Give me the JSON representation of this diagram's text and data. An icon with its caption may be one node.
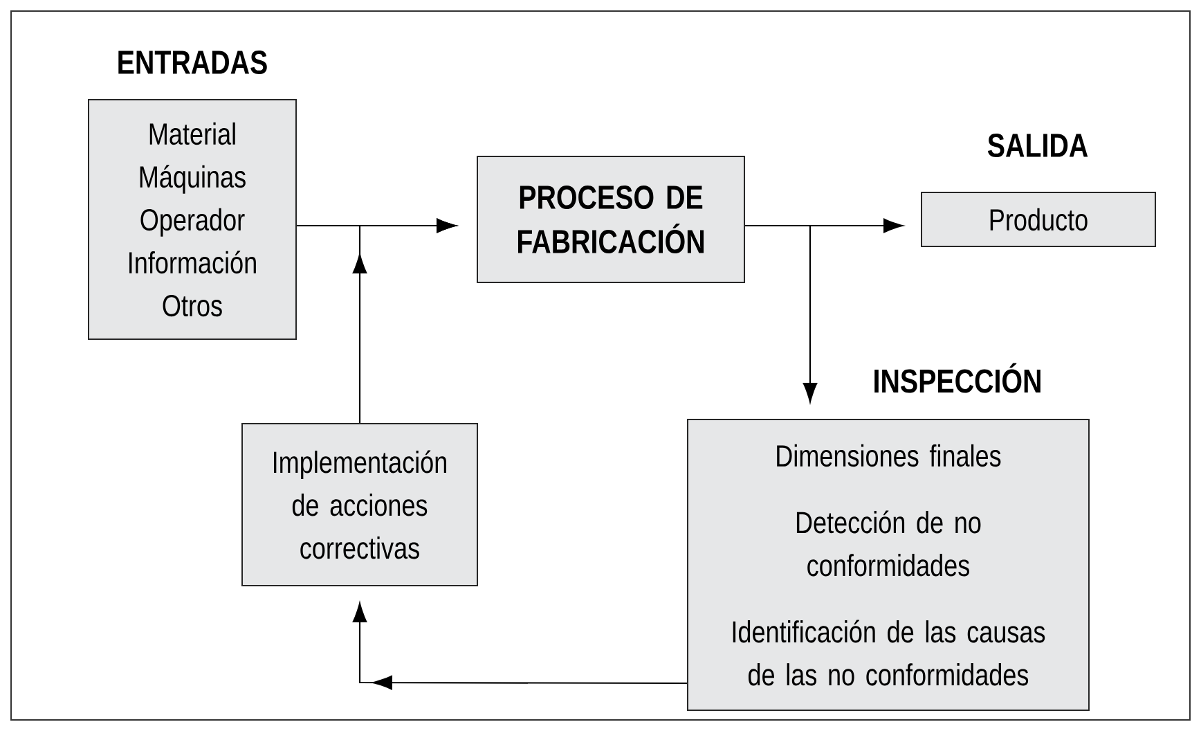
{
  "diagram": {
    "nodes": [
      {
        "text": [
          "ENTRADAS",
          "Material Máquinas Operador Información Otros"
        ]
      },
      {
        "text": [
          "PROCESO DE FABRICACIÓN"
        ]
      },
      {
        "text": [
          "SALIDA",
          "Producto"
        ]
      },
      {
        "text": [
          "INSPECCIÓN",
          "Dimensiones finales",
          "Detección de no conformidades",
          "Identificación de las causas de las no conformidades"
        ]
      },
      {
        "text": [
          "Implementación de acciones correctivas"
        ]
      }
    ],
    "edges": [
      {
        "from": 0,
        "to": 1,
        "arrow": "to"
      },
      {
        "from": 4,
        "to": 1,
        "arrow": "to"
      },
      {
        "from": 1,
        "to": 2,
        "arrow": "to"
      },
      {
        "from": 1,
        "to": 3,
        "arrow": "to"
      },
      {
        "from": 3,
        "to": 4,
        "arrow": "to"
      }
    ]
  }
}
